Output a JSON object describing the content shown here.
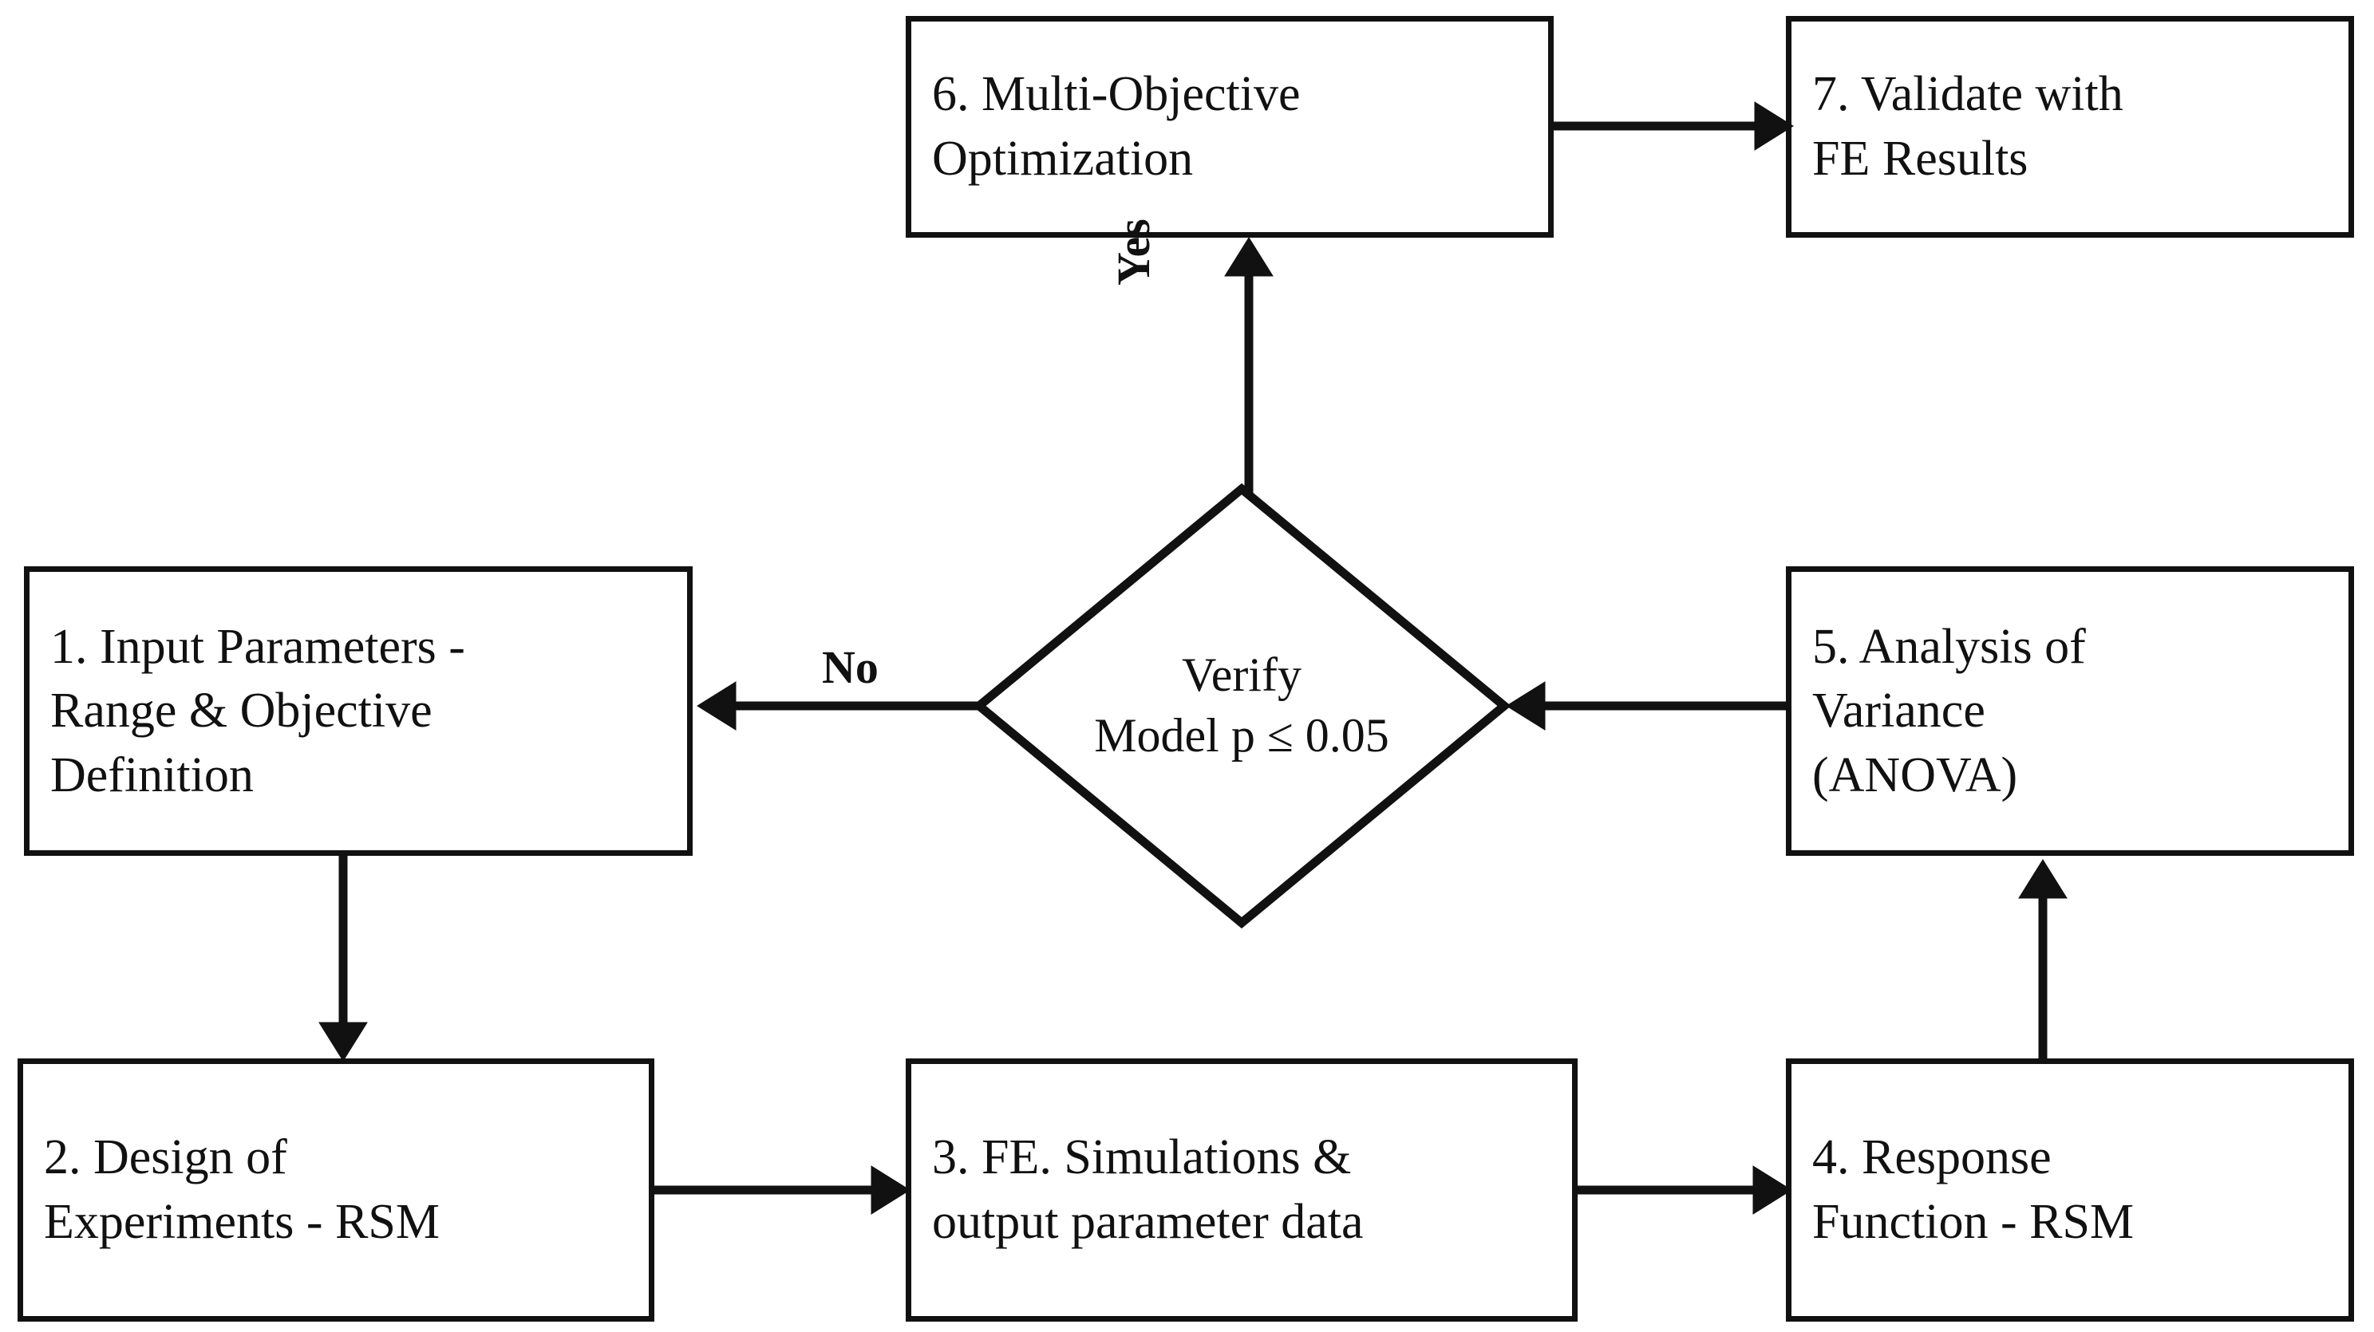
{
  "diagram": {
    "title": "RSM-based multi-objective optimization workflow",
    "type": "flowchart",
    "background_color": "#ffffff",
    "stroke_color": "#111111"
  },
  "nodes": {
    "step1": {
      "id": "1",
      "shape": "process",
      "text": "1. Input Parameters -\nRange & Objective\nDefinition"
    },
    "step2": {
      "id": "2",
      "shape": "process",
      "text": "2. Design of\nExperiments - RSM"
    },
    "step3": {
      "id": "3",
      "shape": "process",
      "text": "3. FE. Simulations &\noutput parameter data"
    },
    "step4": {
      "id": "4",
      "shape": "process",
      "text": "4. Response\nFunction - RSM"
    },
    "step5": {
      "id": "5",
      "shape": "process",
      "text": "5. Analysis of\nVariance\n(ANOVA)"
    },
    "step6": {
      "id": "6",
      "shape": "process",
      "text": "6. Multi-Objective\nOptimization"
    },
    "step7": {
      "id": "7",
      "shape": "process",
      "text": "7.  Validate  with\nFE Results"
    },
    "decision": {
      "id": "D",
      "shape": "diamond",
      "text": "Verify\nModel p ≤ 0.05"
    }
  },
  "edges": {
    "step1_to_step2": {
      "label": "",
      "direction": "down"
    },
    "step2_to_step3": {
      "label": "",
      "direction": "right"
    },
    "step3_to_step4": {
      "label": "",
      "direction": "right"
    },
    "step4_to_step5": {
      "label": "",
      "direction": "up"
    },
    "step5_to_decision": {
      "label": "",
      "direction": "left"
    },
    "decision_to_step1": {
      "label": "No",
      "direction": "left"
    },
    "decision_to_step6": {
      "label": "Yes",
      "direction": "up"
    },
    "step6_to_step7": {
      "label": "",
      "direction": "right"
    }
  }
}
